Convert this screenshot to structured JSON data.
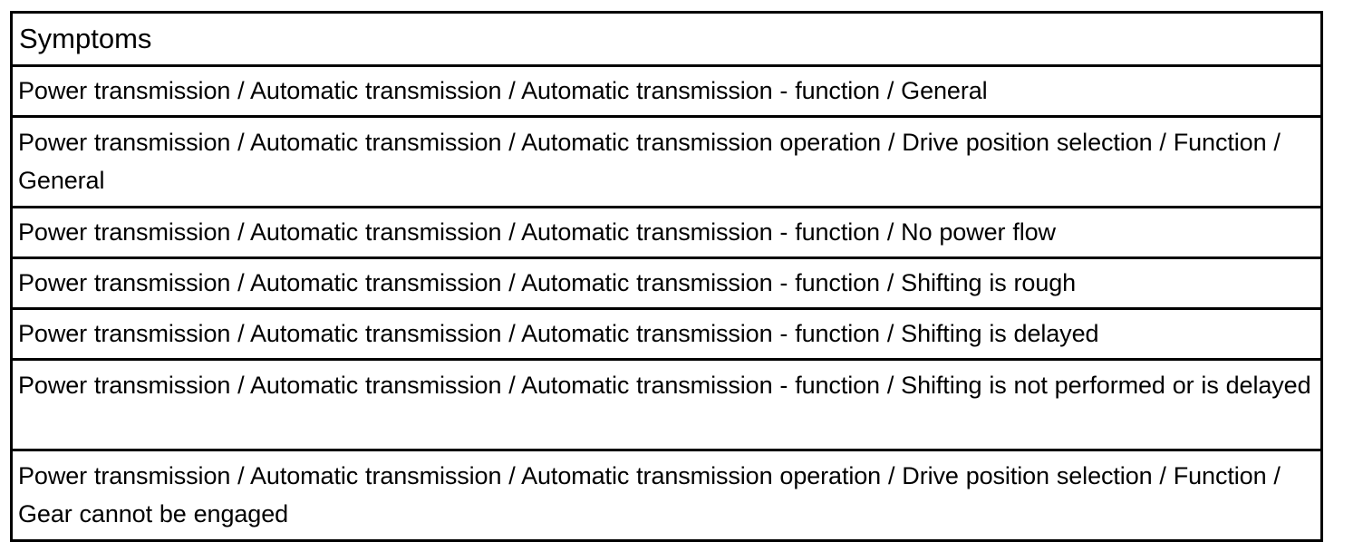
{
  "table": {
    "header": "Symptoms",
    "rows": [
      {
        "text": "Power transmission / Automatic transmission / Automatic transmission - function / General",
        "lines": 1
      },
      {
        "text": "Power transmission / Automatic transmission / Automatic transmission operation / Drive position selection / Function / General",
        "lines": 2
      },
      {
        "text": "Power transmission / Automatic transmission / Automatic transmission - function / No power flow",
        "lines": 1
      },
      {
        "text": "Power transmission / Automatic transmission / Automatic transmission - function / Shifting is rough",
        "lines": 1
      },
      {
        "text": "Power transmission / Automatic transmission / Automatic transmission - function / Shifting is delayed",
        "lines": 1
      },
      {
        "text": "Power transmission / Automatic transmission / Automatic transmission - function / Shifting is not performed or is delayed",
        "lines": 2
      },
      {
        "text": "Power transmission / Automatic transmission / Automatic transmission operation / Drive position selection / Function / Gear cannot be engaged",
        "lines": 2
      }
    ]
  },
  "colors": {
    "border": "#000000",
    "background": "#ffffff",
    "text": "#000000"
  }
}
